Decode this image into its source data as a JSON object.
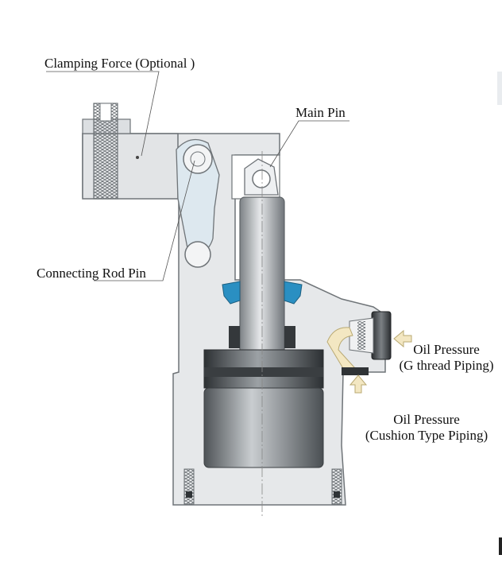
{
  "labels": {
    "clamping_force": "Clamping Force (Optional )",
    "main_pin": "Main Pin",
    "connecting_rod_pin": "Connecting Rod Pin",
    "oil_pressure_g": {
      "line1": "Oil Pressure",
      "line2": "(G thread Piping)"
    },
    "oil_pressure_cushion": {
      "line1": "Oil Pressure",
      "line2": "(Cushion Type Piping)"
    }
  },
  "colors": {
    "body": "#e6e8ea",
    "outline": "#6f7478",
    "piston": "#8d9296",
    "rod": "#b7bbbf",
    "seal": "#2a8fc2",
    "pipe": "#f3e7c2",
    "fitting": "#3a3d40",
    "leader": "#555555"
  }
}
